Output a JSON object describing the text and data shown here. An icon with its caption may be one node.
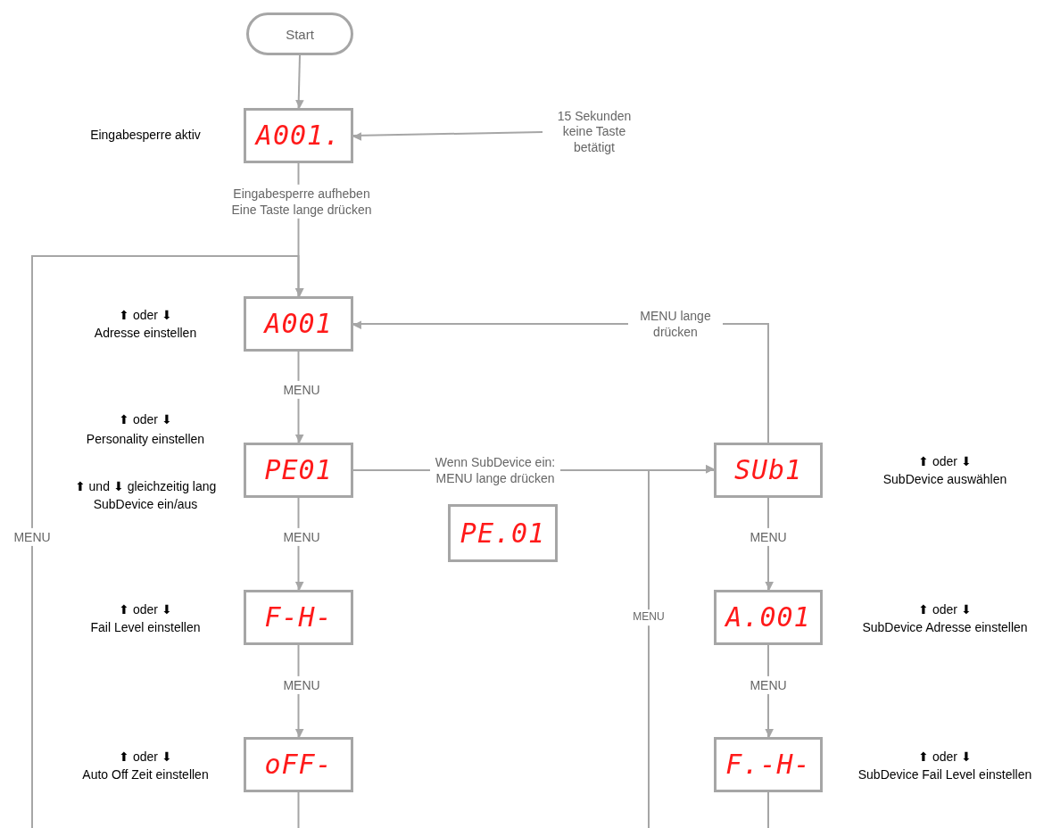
{
  "diagram": {
    "nodes": [
      {
        "text": [
          "Start"
        ]
      },
      {
        "text": [
          "A001."
        ],
        "beside": [
          "Eingabesperre aktiv"
        ]
      },
      {
        "text": [
          "15 Sekunden keine Taste betätigt"
        ]
      },
      {
        "text": [
          "A001"
        ],
        "beside": [
          "⬆ oder ⬇",
          "Adresse einstellen"
        ]
      },
      {
        "text": [
          "PE01"
        ],
        "beside": [
          "⬆ oder ⬇",
          "Personality einstellen",
          "⬆ und ⬇ gleichzeitig lang",
          "SubDevice ein/aus"
        ]
      },
      {
        "text": [
          "PE.01"
        ]
      },
      {
        "text": [
          "F-H-"
        ],
        "beside": [
          "⬆ oder ⬇",
          "Fail Level einstellen"
        ]
      },
      {
        "text": [
          "oFF-"
        ],
        "beside": [
          "⬆ oder ⬇",
          "Auto Off Zeit einstellen"
        ]
      },
      {
        "text": [
          "SUb1"
        ],
        "beside": [
          "⬆ oder ⬇",
          "SubDevice auswählen"
        ]
      },
      {
        "text": [
          "A.001"
        ],
        "beside": [
          "⬆ oder ⬇",
          "SubDevice Adresse einstellen"
        ]
      },
      {
        "text": [
          "F.-H-"
        ],
        "beside": [
          "⬆ oder ⬇",
          "SubDevice Fail Level einstellen"
        ]
      }
    ],
    "edges": [
      {
        "from": 0,
        "to": 1,
        "arrow": "to"
      },
      {
        "from": 2,
        "to": 1,
        "arrow": "to"
      },
      {
        "from": 1,
        "to": 3,
        "arrow": "to",
        "label": "Eingabesperre aufheben Eine Taste lange drücken"
      },
      {
        "from": 3,
        "to": 4,
        "arrow": "to",
        "label": "MENU"
      },
      {
        "from": 4,
        "to": 6,
        "arrow": "to",
        "label": "MENU"
      },
      {
        "from": 6,
        "to": 7,
        "arrow": "to",
        "label": "MENU"
      },
      {
        "from": 7,
        "to": 3,
        "arrow": "to",
        "label": "MENU"
      },
      {
        "from": 4,
        "to": 8,
        "arrow": "to",
        "label": "Wenn SubDevice ein: MENU lange drücken"
      },
      {
        "from": 8,
        "to": 3,
        "arrow": "to",
        "label": "MENU lange drücken"
      },
      {
        "from": 8,
        "to": 9,
        "arrow": "to",
        "label": "MENU"
      },
      {
        "from": 9,
        "to": 10,
        "arrow": "to",
        "label": "MENU"
      },
      {
        "from": 10,
        "to": 8,
        "arrow": "to",
        "label": "MENU"
      }
    ]
  }
}
